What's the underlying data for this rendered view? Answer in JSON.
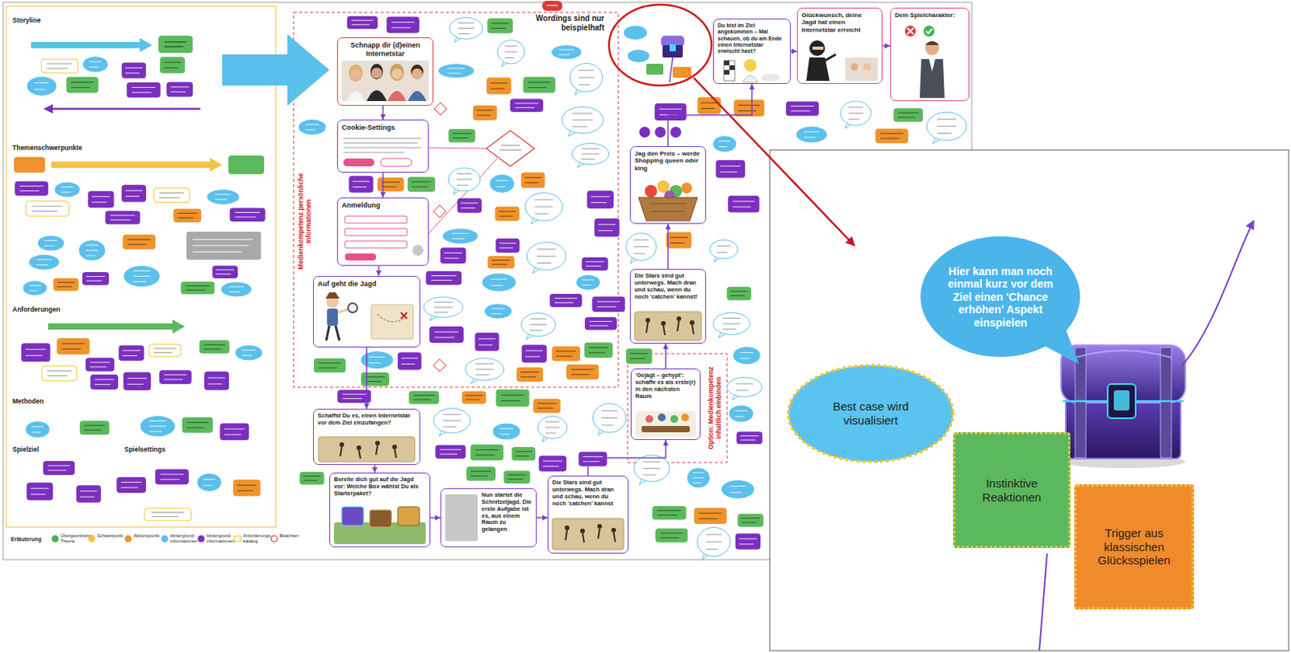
{
  "diagram": {
    "nodes": [
      {
        "text": [
          "Schnapp dir (d)einen Internetstar"
        ]
      },
      {
        "text": [
          "Cookie-Settings"
        ]
      },
      {
        "text": [
          "Anmeldung"
        ]
      },
      {
        "text": [
          "Auf geht die Jagd"
        ]
      },
      {
        "text": [
          "Schaffst Du es, einen Internetstar vor dem Ziel einzufangen?"
        ]
      },
      {
        "text": [
          "Bereite dich gut auf die Jagd vor: Welche Box wählst Du als Starterpaket?"
        ]
      },
      {
        "text": [
          "Nun startet die Schnitzeljagd. Die erste Aufgabe ist es, aus einem Raum zu gelangen"
        ]
      },
      {
        "text": [
          "Die Stars sind gut unterwegs. Mach dran und schau, wenn du noch 'catchen' kannst"
        ]
      },
      {
        "text": [
          "'Gejagt – gehypt': schaffe es als erste(r) in den nächsten Raum"
        ]
      },
      {
        "text": [
          "Die Stars sind gut unterwegs. Mach dran und schau, wenn du noch 'catchen' kannst!"
        ]
      },
      {
        "text": [
          "Jag den Preis – werde Shopping queen oder king"
        ]
      },
      {
        "text": [
          "Du bist im Ziel angekommen – Mal schauen, ob du am Ende einen Internetstar erwischt hast?"
        ]
      },
      {
        "text": [
          "Glückwunsch, deine Jagd hat einen Internetstar erreicht"
        ]
      },
      {
        "text": [
          "Dein Spielcharakter:"
        ]
      },
      {
        "text": [
          "Hier kann man noch einmal kurz vor dem Ziel einen 'Chance erhöhen' Aspekt einspielen"
        ]
      },
      {
        "text": [
          "Best case wird visualisiert"
        ]
      },
      {
        "text": [
          "Instinktive Reaktionen"
        ]
      },
      {
        "text": [
          "Trigger aus klassischen Glücksspielen"
        ]
      }
    ],
    "edges": [
      {
        "from": 0,
        "to": 1,
        "arrow": "to"
      },
      {
        "from": 1,
        "to": 2,
        "arrow": "to"
      },
      {
        "from": 2,
        "to": 3,
        "arrow": "to"
      },
      {
        "from": 3,
        "to": 4,
        "arrow": "to"
      },
      {
        "from": 4,
        "to": 5,
        "arrow": "to"
      },
      {
        "from": 5,
        "to": 6,
        "arrow": "to"
      },
      {
        "from": 6,
        "to": 7,
        "arrow": "to"
      },
      {
        "from": 7,
        "to": 8,
        "arrow": "to"
      },
      {
        "from": 8,
        "to": 9,
        "arrow": "to"
      },
      {
        "from": 9,
        "to": 10,
        "arrow": "to"
      },
      {
        "from": 10,
        "to": 11,
        "arrow": "to"
      },
      {
        "from": 11,
        "to": 12,
        "arrow": "to"
      },
      {
        "from": 12,
        "to": 13,
        "arrow": "to"
      }
    ],
    "labels": [
      "Storyline",
      "Themenschwerpunkte",
      "Anforderungen",
      "Methoden",
      "Spielziel",
      "Spielsettings",
      "Wordings sind nur beispielhaft",
      "Medienkompetenz persönliche Informationen",
      "Option: Medienkompetenz inhaltlich einbinden",
      "Erläuterung"
    ],
    "legend": [
      {
        "text": "Übergeordnetes Thema",
        "color": "#4cae4f"
      },
      {
        "text": "Schwerpunkt",
        "color": "#f6c343"
      },
      {
        "text": "Aktionspunkt",
        "color": "#f0932b"
      },
      {
        "text": "Hintergrund-informationen",
        "color": "#5bc0eb"
      },
      {
        "text": "Hintergrund-informationen",
        "color": "#7b2fbe"
      },
      {
        "text": "Anforderungs-katalog"
      },
      {
        "text": "Beachten"
      }
    ]
  }
}
